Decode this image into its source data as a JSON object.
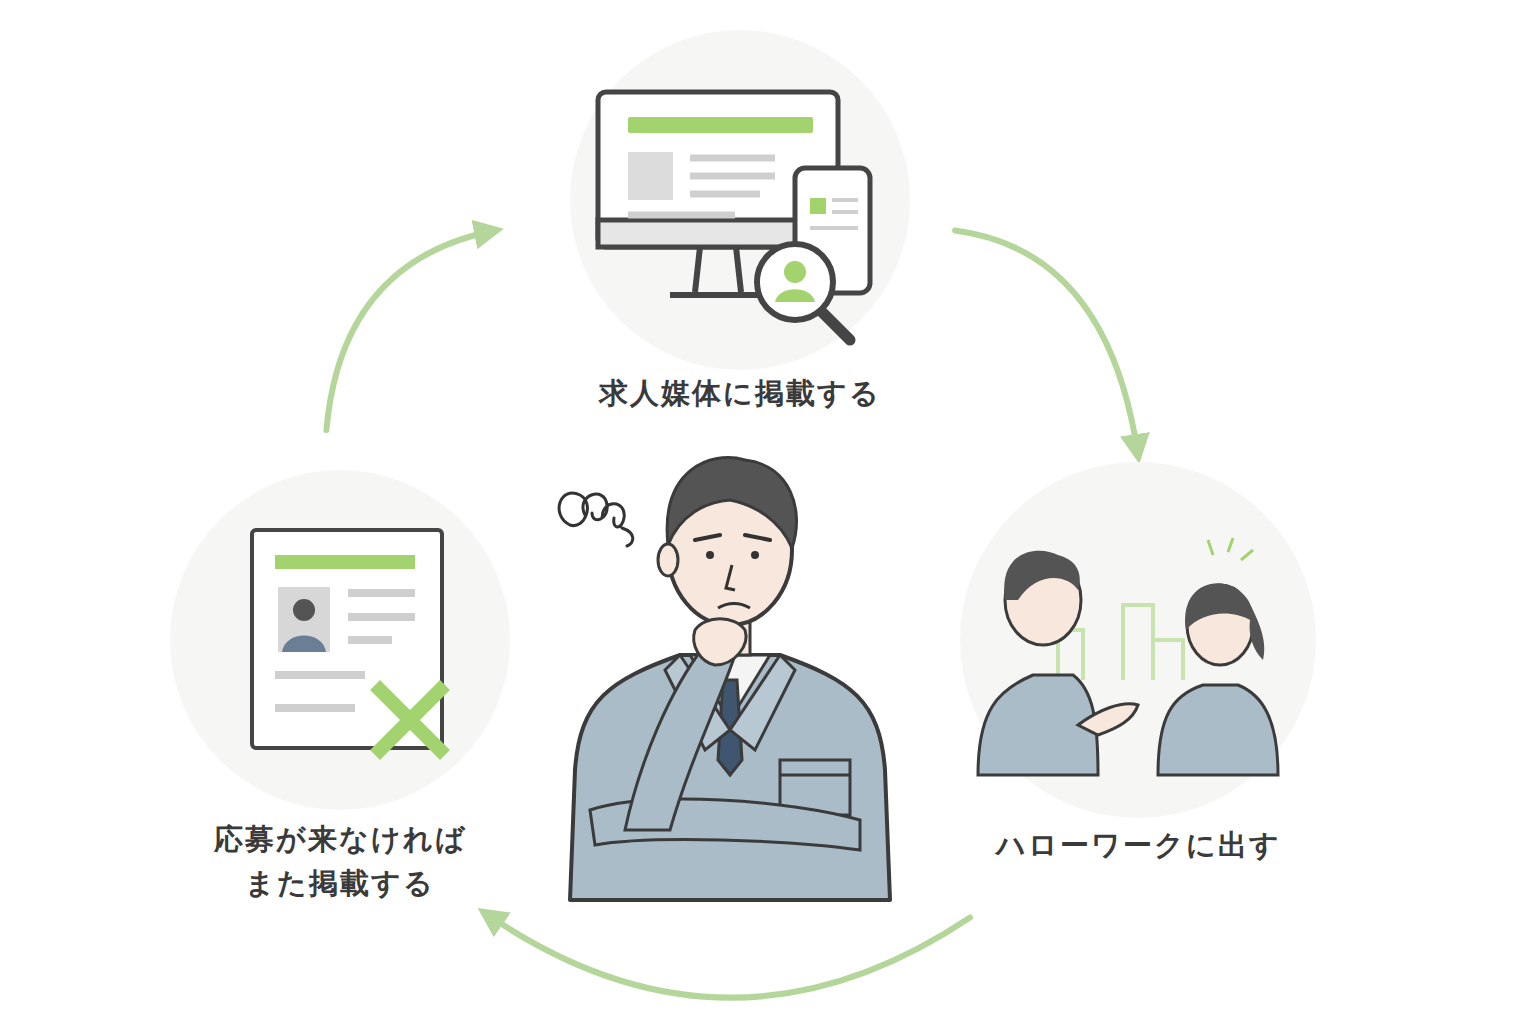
{
  "diagram": {
    "nodes": [
      {
        "text": [
          "求人媒体に掲載する"
        ]
      },
      {
        "text": [
          "ハローワークに出す"
        ]
      },
      {
        "text": [
          "応募が来なければ また掲載する"
        ]
      }
    ],
    "edges": [
      {
        "from": 0,
        "to": 1,
        "arrow": "to"
      },
      {
        "from": 1,
        "to": 2,
        "arrow": "to"
      },
      {
        "from": 2,
        "to": 0,
        "arrow": "to"
      }
    ]
  }
}
